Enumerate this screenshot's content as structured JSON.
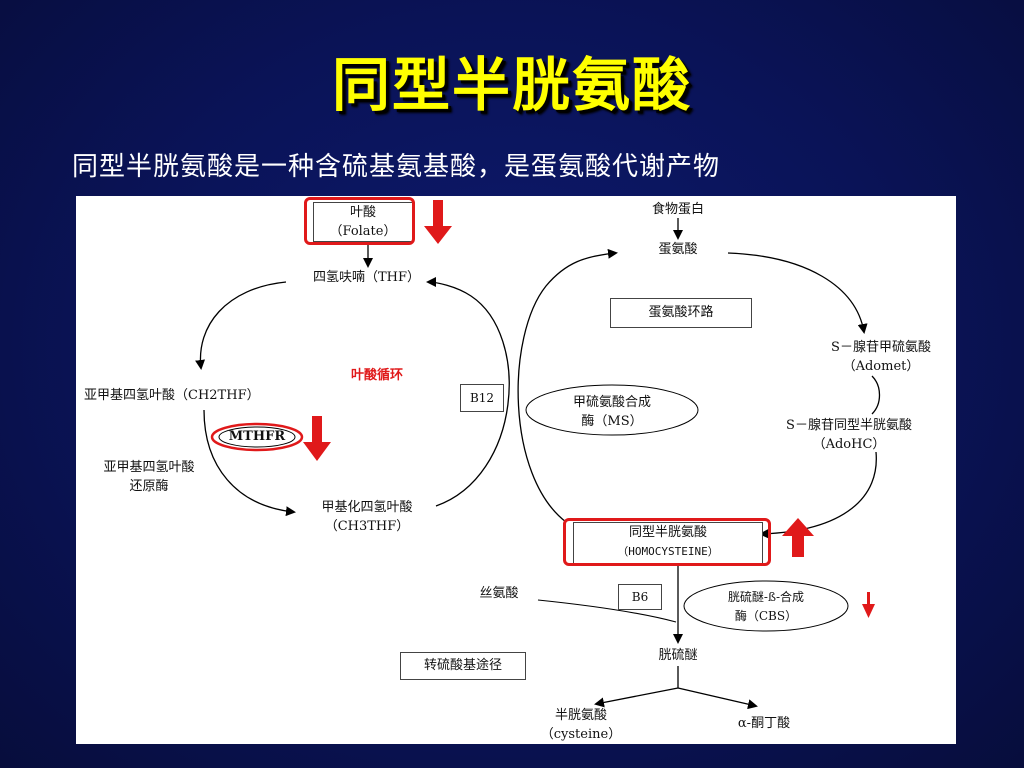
{
  "title": "同型半胱氨酸",
  "subtitle": "同型半胱氨酸是一种含硫基氨基酸，是蛋氨酸代谢产物",
  "diagram": {
    "folate": {
      "line1": "叶酸",
      "line2": "（Folate）"
    },
    "thf": "四氢呋喃（THF）",
    "ch2thf": "亚甲基四氢叶酸（CH2THF）",
    "mthfr": "MTHFR",
    "mthfr_name": {
      "line1": "亚甲基四氢叶酸",
      "line2": "还原酶"
    },
    "ch3thf": {
      "line1": "甲基化四氢叶酸",
      "line2": "（CH3THF）"
    },
    "folate_cycle": "叶酸循环",
    "b12": "B12",
    "ms": {
      "line1": "甲硫氨酸合成",
      "line2": "酶（MS）"
    },
    "food_protein": "食物蛋白",
    "methionine": "蛋氨酸",
    "methionine_cycle": "蛋氨酸环路",
    "adomet": {
      "line1": "S－腺苷甲硫氨酸",
      "line2": "（Adomet）"
    },
    "adohc": {
      "line1": "S－腺苷同型半胱氨酸",
      "line2": "（AdoHC）"
    },
    "homocysteine": {
      "line1": "同型半胱氨酸",
      "line2": "（HOMOCYSTEINE）"
    },
    "serine": "丝氨酸",
    "b6": "B6",
    "cbs": {
      "line1": "胱硫醚-ß-合成",
      "line2": "酶（CBS）"
    },
    "cystathionine": "胱硫醚",
    "transsulfuration": "转硫酸基途径",
    "cysteine": {
      "line1": "半胱氨酸",
      "line2": "（cysteine）"
    },
    "ketobutyrate": "α-酮丁酸"
  },
  "colors": {
    "background": "#0a1357",
    "title": "#ffff00",
    "accent_red": "#e0191a"
  }
}
